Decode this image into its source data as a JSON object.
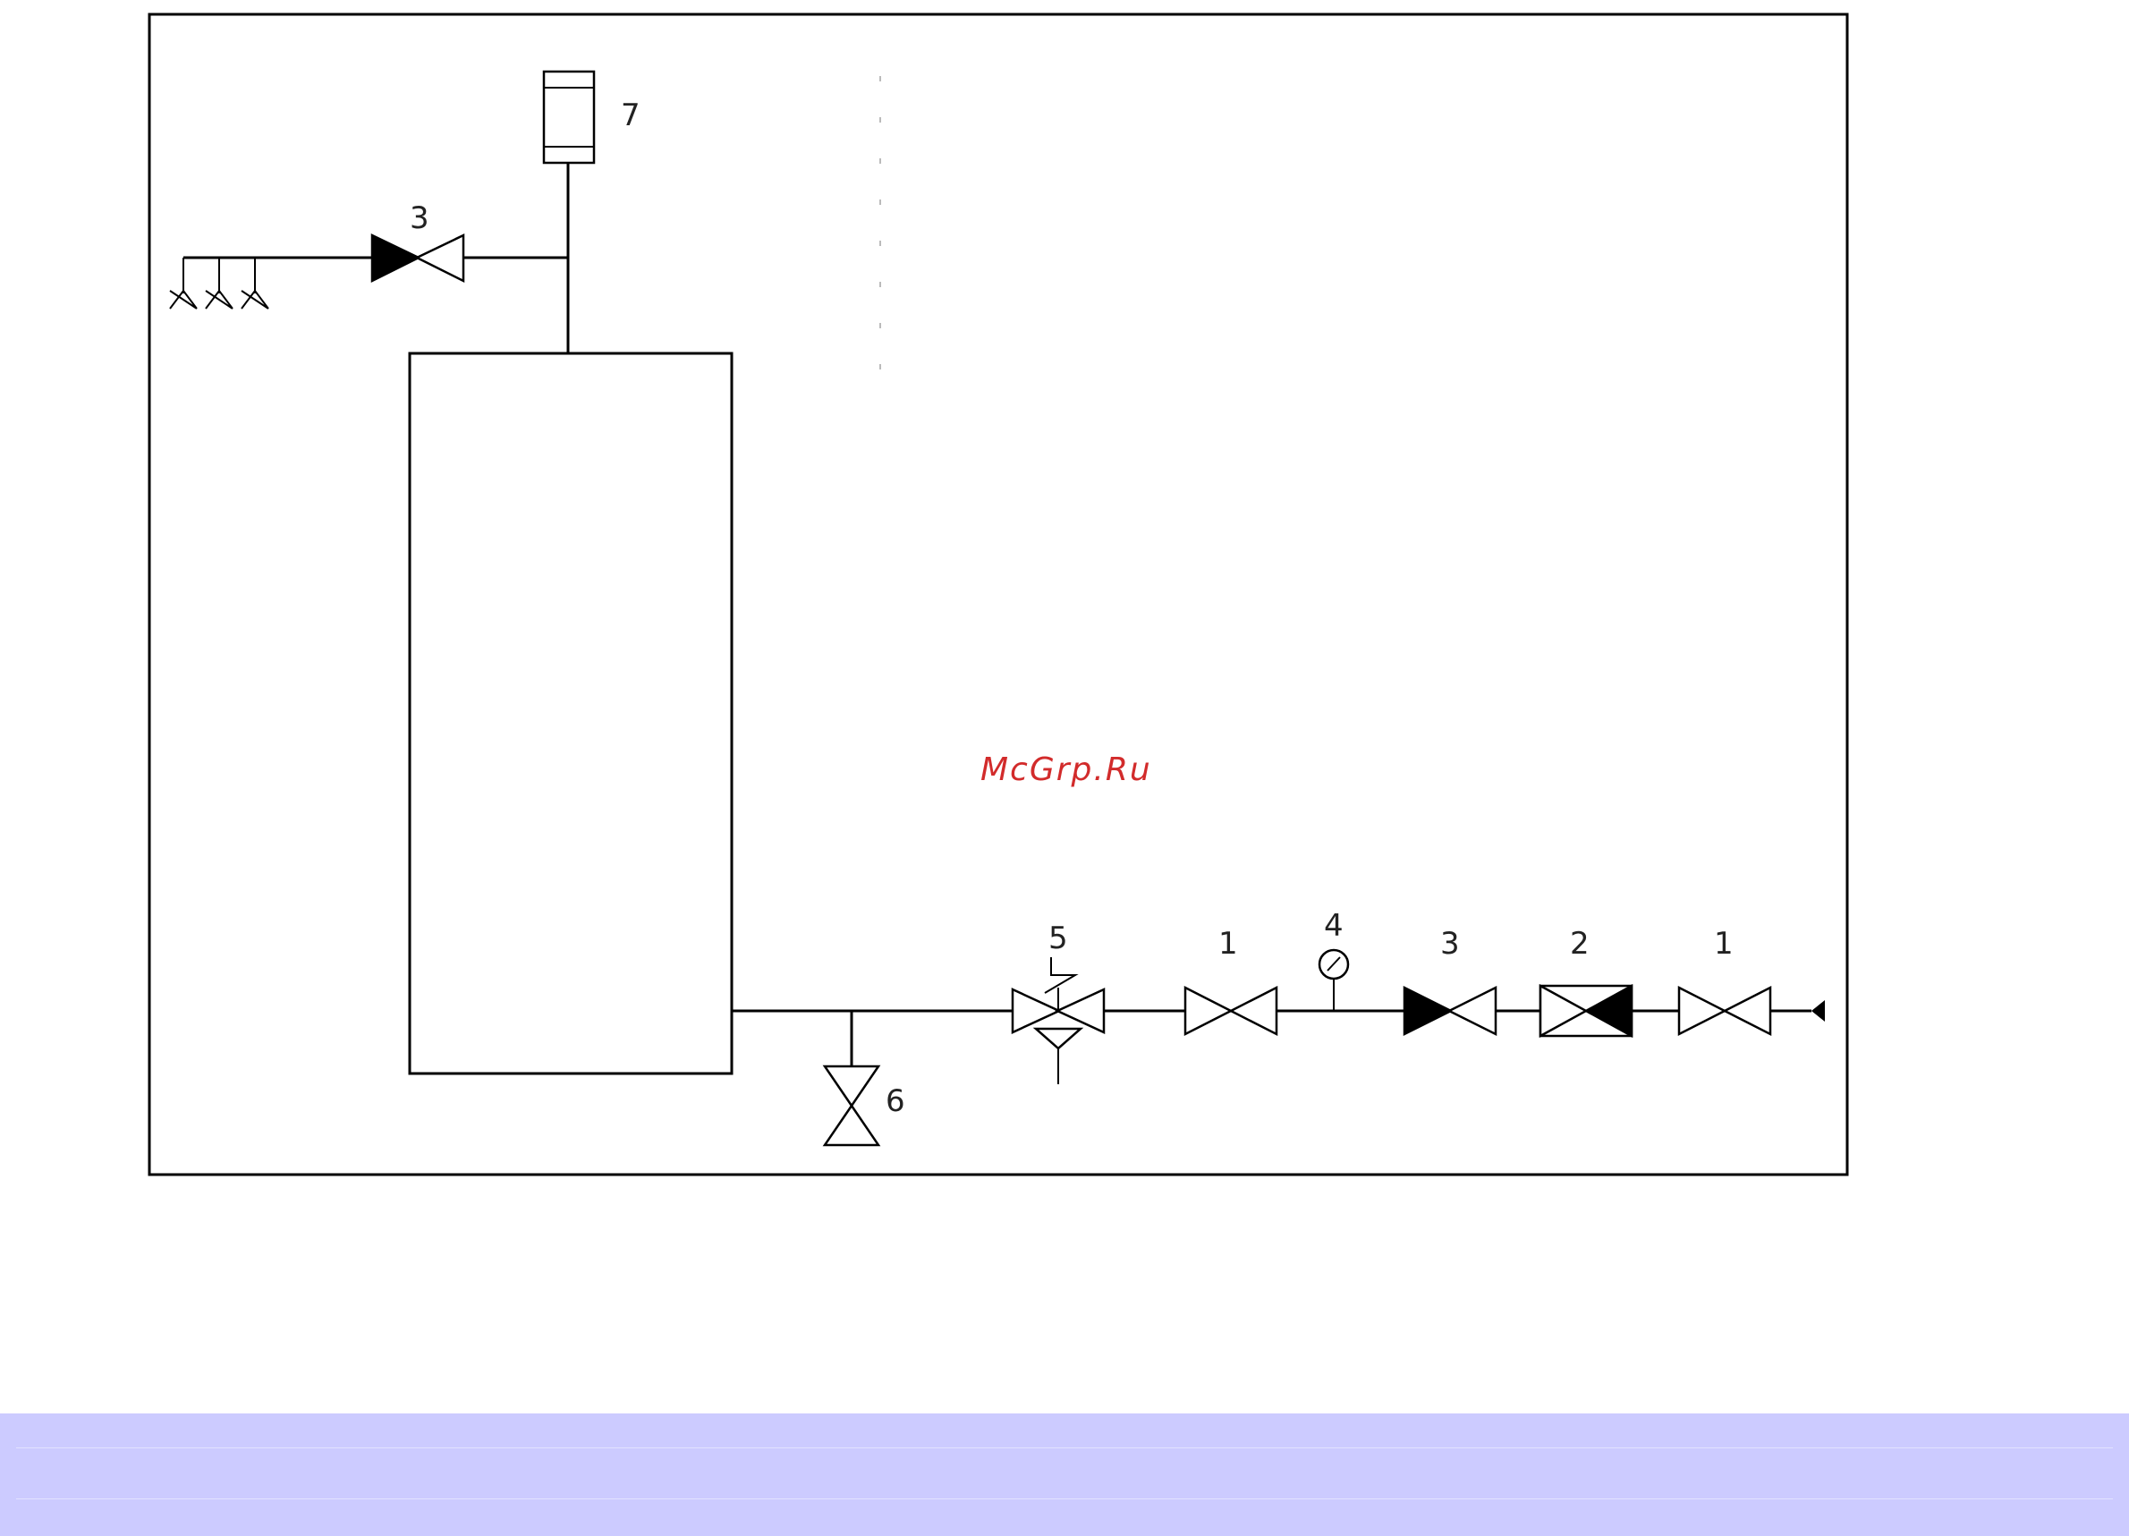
{
  "watermark": "McGrp.Ru",
  "labels": {
    "top_gauge": "7",
    "top_valve": "3",
    "safety_valve": "5",
    "gate_valve_a": "1",
    "pressure_gauge": "4",
    "check_valve": "3",
    "reducer": "2",
    "gate_valve_b": "1",
    "drain_valve": "6"
  },
  "colors": {
    "line": "#000000",
    "watermark": "#d22b2b",
    "footer": "#cccbff"
  }
}
